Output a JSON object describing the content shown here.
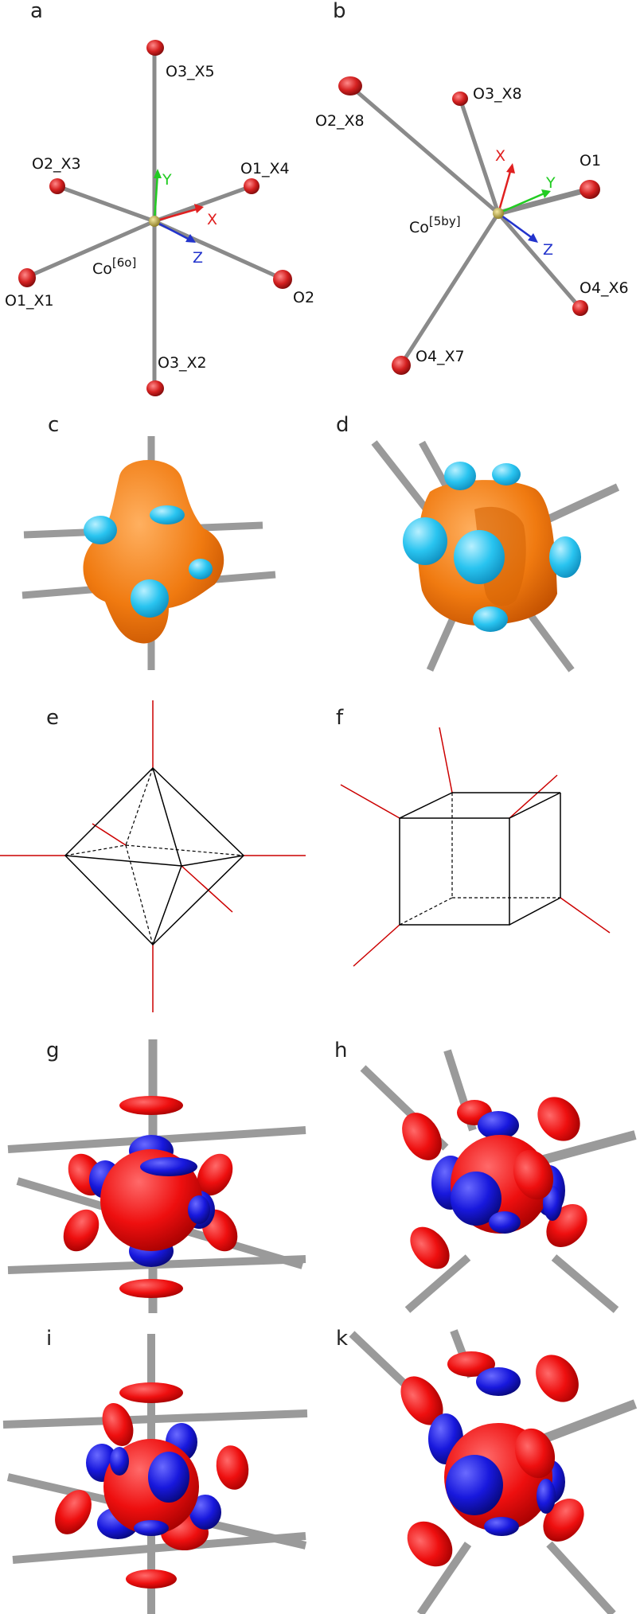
{
  "panels": [
    {
      "label": "a"
    },
    {
      "label": "b"
    },
    {
      "label": "c"
    },
    {
      "label": "d"
    },
    {
      "label": "e"
    },
    {
      "label": "f"
    },
    {
      "label": "g"
    },
    {
      "label": "h"
    },
    {
      "label": "i"
    },
    {
      "label": "k"
    }
  ],
  "panel_a": {
    "center": "Co",
    "center_sup": "[6o]",
    "atoms": [
      "O3_X5",
      "O2_X3",
      "O1_X4",
      "O1_X1",
      "O2",
      "O3_X2"
    ],
    "axes": [
      "Y",
      "X",
      "Z"
    ]
  },
  "panel_b": {
    "center": "Co",
    "center_sup": "[5by]",
    "atoms": [
      "O2_X8",
      "O3_X8",
      "O1",
      "O4_X6",
      "O4_X7"
    ],
    "axes": [
      "X",
      "Y",
      "Z"
    ]
  },
  "colors": {
    "oxygen": "#d42020",
    "cobalt": "#b5a040",
    "bond": "#8a8a8a",
    "axis_x": "#e02020",
    "axis_y": "#22cc22",
    "axis_z": "#2233cc",
    "orange_lobe": "#f07a10",
    "cyan_lobe": "#29c4f0",
    "red_lobe": "#ee0f0f",
    "blue_lobe": "#1818dd",
    "polyhedron_edge": "#000000",
    "polyhedron_ray": "#cc0000"
  }
}
